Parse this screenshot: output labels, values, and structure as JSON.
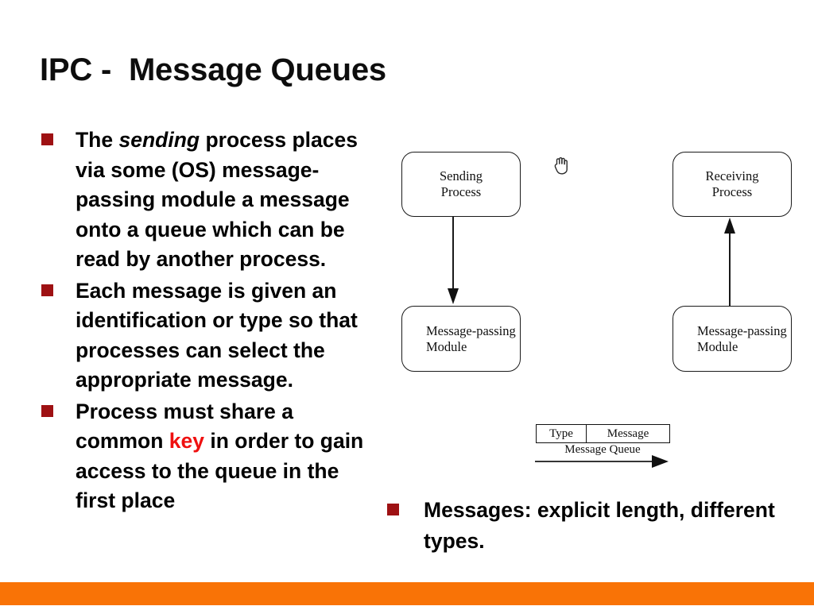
{
  "slide": {
    "title": "IPC -  Message Queues",
    "background_color": "#FFFFFF",
    "accent_bar_color": "#F97306",
    "bullet_marker_color": "#9E1113",
    "highlight_color": "#EF1010"
  },
  "left_bullets": [
    {
      "id": "bullet-sending-process",
      "segments": [
        {
          "text": "The ",
          "style": "normal"
        },
        {
          "text": "sending",
          "style": "italic"
        },
        {
          "text": " process places via some (OS) message-passing module a message onto a queue which can be read by another process.",
          "style": "normal"
        }
      ],
      "plain": "The sending process places via some (OS) message-passing module a message onto a queue which can be read by another process."
    },
    {
      "id": "bullet-message-identification",
      "segments": [
        {
          "text": "Each message is given an identification or type so that processes can select the appropriate message.",
          "style": "normal"
        }
      ],
      "plain": "Each message is given an identification or type so that processes can select the appropriate message."
    },
    {
      "id": "bullet-common-key",
      "segments": [
        {
          "text": "Process must share a common ",
          "style": "normal"
        },
        {
          "text": "key",
          "style": "highlight"
        },
        {
          "text": " in order to gain access to the queue in the first place",
          "style": "normal"
        }
      ],
      "plain": "Process must share a common key in order to gain access to the queue in the first place"
    }
  ],
  "right_bullet": {
    "id": "bullet-messages-explicit-length",
    "text": "Messages: explicit length, different types."
  },
  "diagram": {
    "nodes": [
      {
        "id": "sending-process",
        "label": "Sending\nProcess",
        "align": "center"
      },
      {
        "id": "receiving-process",
        "label": "Receiving\nProcess",
        "align": "center"
      },
      {
        "id": "message-passing-left",
        "label": "Message-passing\nModule",
        "align": "left"
      },
      {
        "id": "message-passing-right",
        "label": "Message-passing\nModule",
        "align": "left"
      }
    ],
    "connectors": [
      {
        "id": "arrow-sending-to-module",
        "direction": "down"
      },
      {
        "id": "arrow-module-to-receiving",
        "direction": "up"
      },
      {
        "id": "arrow-message-queue",
        "direction": "right"
      }
    ],
    "cursor": {
      "id": "hand-cursor",
      "icon": "hand-grab-icon"
    },
    "message_queue": {
      "columns": [
        "Type",
        "Message"
      ],
      "caption": "Message Queue"
    }
  }
}
